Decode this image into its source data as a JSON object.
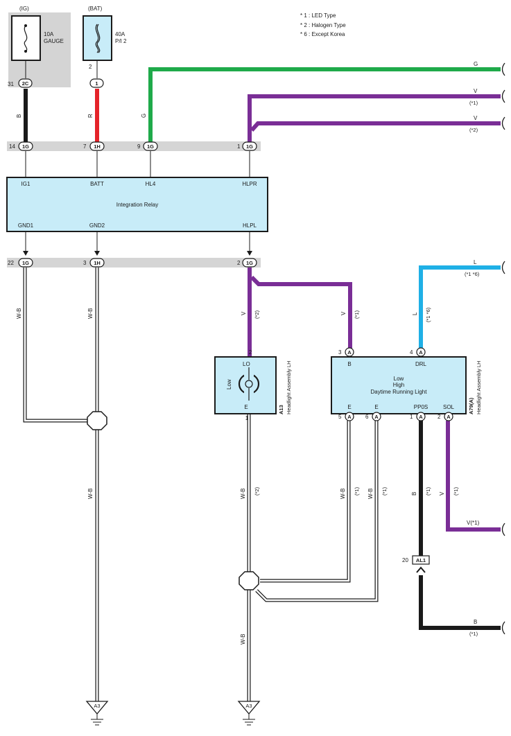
{
  "notes": [
    "* 1 : LED Type",
    "* 2 : Halogen Type",
    "* 6 : Except Korea"
  ],
  "sources": {
    "ig": {
      "label": "(IG)",
      "fuse": "10A",
      "name": "GAUGE"
    },
    "bat": {
      "label": "(BAT)",
      "fuse": "40A",
      "name": "P/I 2"
    }
  },
  "connectors_top": {
    "c2C": {
      "pin": "31",
      "id": "2C"
    },
    "c1": {
      "pin": "2",
      "id": "1"
    },
    "relay_in": [
      {
        "pin": "14",
        "id": "1G"
      },
      {
        "pin": "7",
        "id": "1H"
      },
      {
        "pin": "9",
        "id": "1G"
      },
      {
        "pin": "1",
        "id": "1G"
      }
    ],
    "relay_out": [
      {
        "pin": "22",
        "id": "1G"
      },
      {
        "pin": "3",
        "id": "1H"
      },
      {
        "pin": "2",
        "id": "1G"
      }
    ]
  },
  "wire_colors": {
    "b": "B",
    "r": "R",
    "g": "G",
    "v": "V",
    "l": "L",
    "wb": "W-B"
  },
  "right_labels": {
    "g": "G",
    "v1": "V",
    "v1_note": "(*1)",
    "v2": "V",
    "v2_note": "(*2)",
    "l": "L",
    "l_note": "(*1 *6)",
    "v_sol": "V(*1)",
    "b_al": "B",
    "b_al_note": "(*1)"
  },
  "relay": {
    "name": "Integration Relay",
    "pins_top": [
      "IG1",
      "BATT",
      "HL4",
      "HLPR"
    ],
    "pins_bottom": [
      "GND1",
      "GND2",
      "HLPL"
    ]
  },
  "wire_notes": {
    "v_halogen": "(*2)",
    "v_led": "(*1)",
    "l_led": "(*1 *6)",
    "wb_halogen": "(*2)",
    "wb_e5": "(*1)",
    "wb_e6": "(*1)",
    "b_pp0s": "(*1)",
    "v_sol": "(*1)"
  },
  "a13": {
    "code": "A13",
    "name": "Headlight Assembly LH",
    "pin_top": "2",
    "pin_bottom": "1",
    "lo": "LO",
    "e": "E",
    "lamp": "Low"
  },
  "a79": {
    "code": "A79(A)",
    "name": "Headlight Assembly LH",
    "line1": "Low",
    "line2": "High",
    "line3": "Daytime Running Light",
    "top_pins": [
      {
        "pin": "3",
        "conn": "A",
        "label": "B"
      },
      {
        "pin": "4",
        "conn": "A",
        "label": "DRL"
      }
    ],
    "bottom_pins": [
      {
        "pin": "5",
        "conn": "A",
        "label": "E"
      },
      {
        "pin": "6",
        "conn": "A",
        "label": "E"
      },
      {
        "pin": "1",
        "conn": "A",
        "label": "PP0S"
      },
      {
        "pin": "2",
        "conn": "A",
        "label": "SOL"
      }
    ]
  },
  "al1": {
    "pin": "20",
    "id": "AL1"
  },
  "grounds": [
    {
      "id": "A3"
    },
    {
      "id": "A3"
    }
  ],
  "colors": {
    "green": "#1faa4a",
    "purple": "#7a2e96",
    "red": "#e52329",
    "cyan": "#1fb0e6",
    "black": "#1a1a1a",
    "panel": "#cfd8e0",
    "box": "#c8ecf8",
    "band": "#d5d5d5"
  }
}
